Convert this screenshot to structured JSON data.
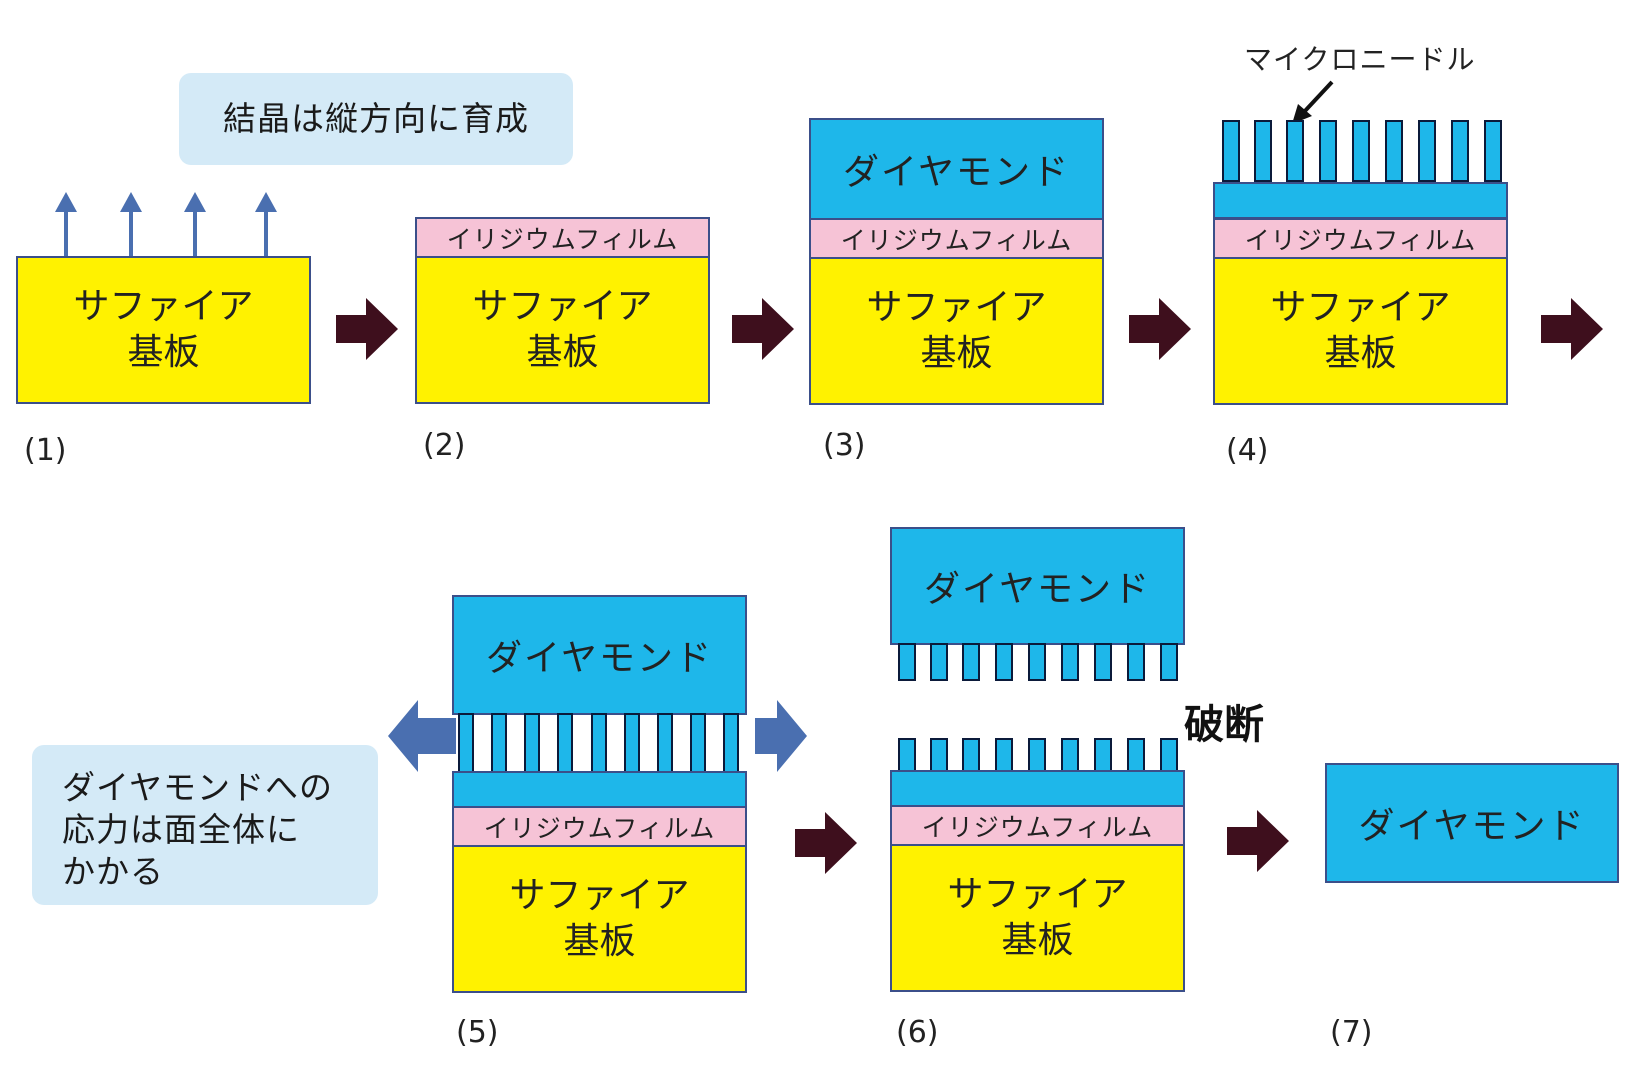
{
  "labels": {
    "sapphire_line1": "サファイア",
    "sapphire_line2": "基板",
    "iridium": "イリジウムフィルム",
    "diamond": "ダイヤモンド",
    "microneedle": "マイクロニードル",
    "fracture": "破断"
  },
  "notes": {
    "growth": "結晶は縦方向に育成",
    "stress_line1": "ダイヤモンドへの",
    "stress_line2": "応力は面全体に",
    "stress_line3": "かかる"
  },
  "steps": [
    "(1)",
    "(2)",
    "(3)",
    "(4)",
    "(5)",
    "(6)",
    "(7)"
  ],
  "colors": {
    "sapphire": "#fff200",
    "iridium": "#f6c3d6",
    "diamond": "#1eb7ea",
    "note_bg": "#d4eaf7",
    "process_arrow": "#3e0f1d",
    "growth_arrow": "#4a6fb0"
  }
}
